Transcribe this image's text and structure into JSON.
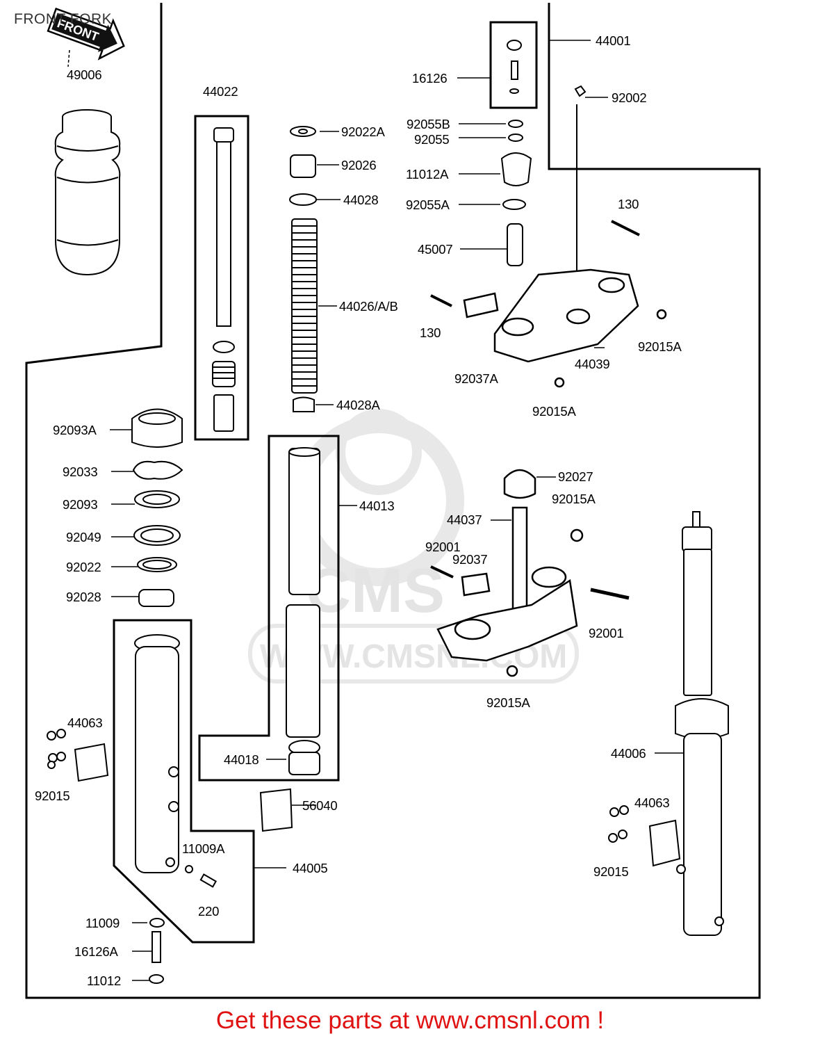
{
  "title": "FRONT FORK",
  "front_arrow": "FRONT",
  "watermark": {
    "brand": "CMS",
    "url": "WWW.CMSNL.COM"
  },
  "footer": "Get these parts at www.cmsnl.com !",
  "parts": {
    "p49006": "49006",
    "p44022": "44022",
    "p92022A": "92022A",
    "p92026": "92026",
    "p44028": "44028",
    "p44026": "44026/A/B",
    "p44028A": "44028A",
    "p44001": "44001",
    "p16126": "16126",
    "p92002": "92002",
    "p92055B": "92055B",
    "p92055": "92055",
    "p11012A": "11012A",
    "p92055A": "92055A",
    "p45007": "45007",
    "p130a": "130",
    "p130b": "130",
    "p92015A1": "92015A",
    "p44039": "44039",
    "p92037A": "92037A",
    "p92015A2": "92015A",
    "p92093A": "92093A",
    "p92033": "92033",
    "p92093": "92093",
    "p92049": "92049",
    "p92022": "92022",
    "p92028": "92028",
    "p44013": "44013",
    "p44018": "44018",
    "p56040": "56040",
    "p44005": "44005",
    "p11009A": "11009A",
    "p220": "220",
    "p11009": "11009",
    "p16126A": "16126A",
    "p11012": "11012",
    "p44063a": "44063",
    "p92015a": "92015",
    "p92027": "92027",
    "p92015A3": "92015A",
    "p44037": "44037",
    "p92001a": "92001",
    "p92037": "92037",
    "p92001b": "92001",
    "p92015A4": "92015A",
    "p44006": "44006",
    "p44063b": "44063",
    "p92015b": "92015"
  }
}
